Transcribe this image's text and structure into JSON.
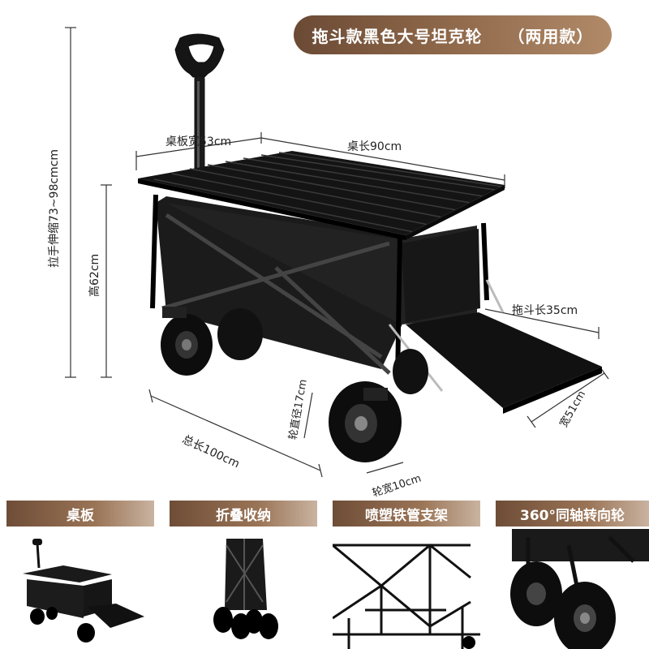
{
  "title": {
    "main": "拖斗款黑色大号坦克轮",
    "variant": "（两用款）"
  },
  "colors": {
    "title_bg": "#7a573f",
    "band_bg": "#8a6446",
    "product": "#111111"
  },
  "dimensions": {
    "table_width": "桌板宽53cm",
    "table_length": "桌长90cm",
    "handle_extension": "拉手伸缩73~98cmcm",
    "height": "高62cm",
    "tailgate_length": "拖斗长35cm",
    "tailgate_width": "宽51cm",
    "wheel_diameter": "轮直径17cm",
    "total_length": "总长100cm",
    "wheel_width": "轮宽10cm"
  },
  "features": [
    {
      "label": "桌板"
    },
    {
      "label": "折叠收纳"
    },
    {
      "label": "喷塑铁管支架"
    },
    {
      "label": "360°同轴转向轮"
    }
  ]
}
